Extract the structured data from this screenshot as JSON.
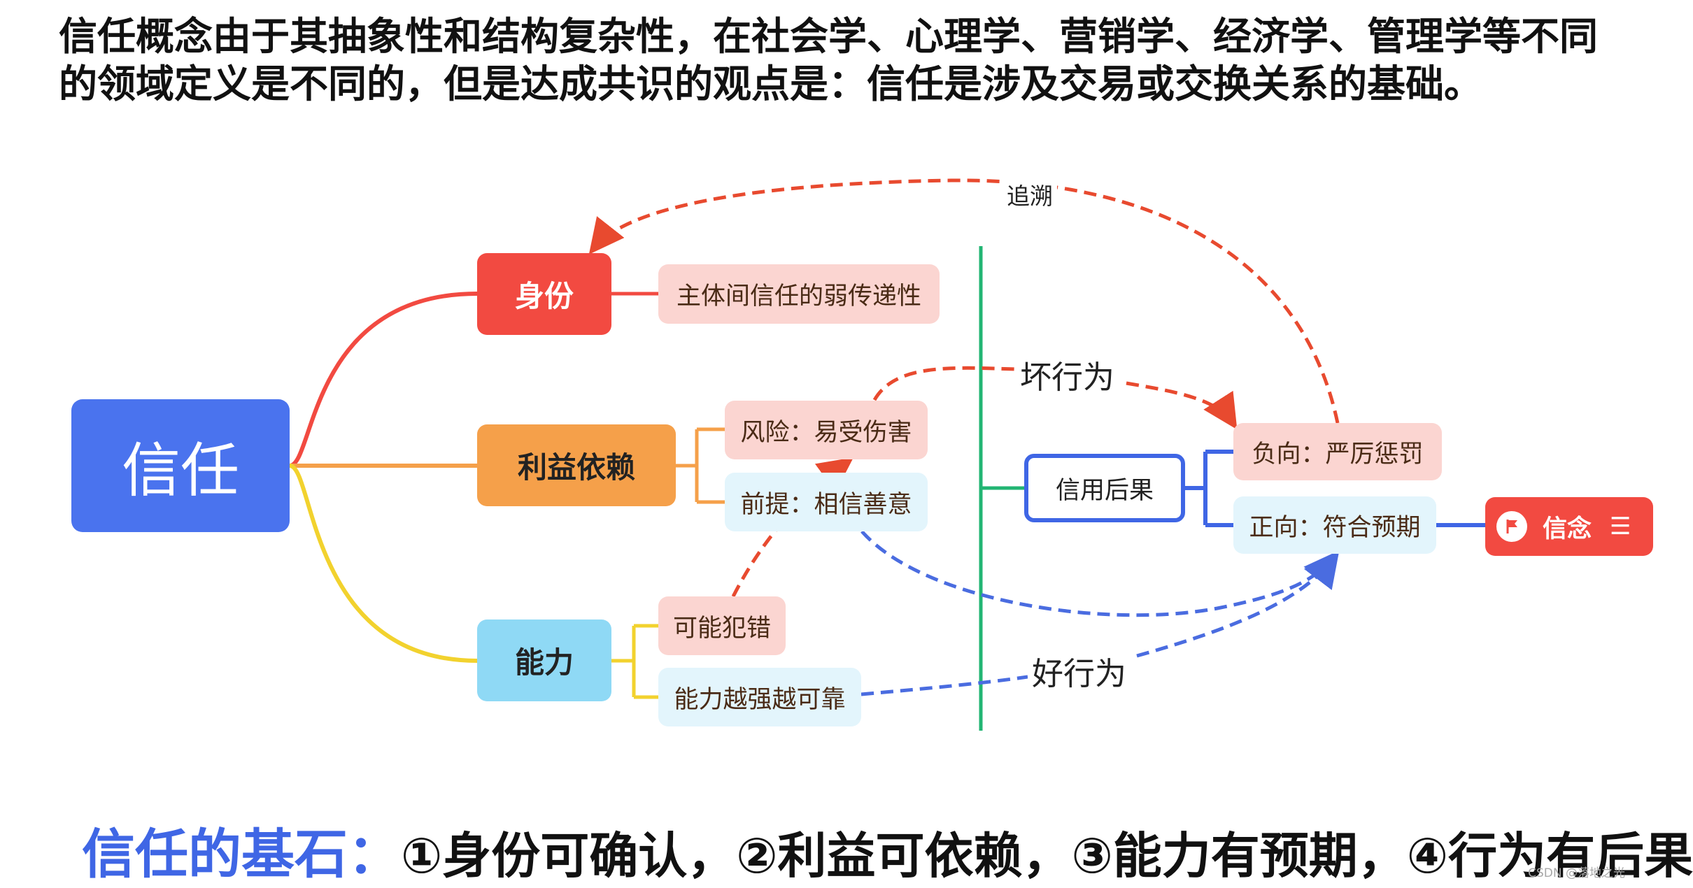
{
  "intro": {
    "line1": "信任概念由于其抽象性和结构复杂性，在社会学、心理学、营销学、经济学、管理学等不同",
    "line2": "的领域定义是不同的，但是达成共识的观点是：信任是涉及交易或交换关系的基础。"
  },
  "mindmap": {
    "root": "信任",
    "branches": [
      {
        "label": "身份",
        "color": "#f24a41",
        "children": [
          "主体间信任的弱传递性"
        ]
      },
      {
        "label": "利益依赖",
        "color": "#f5a04a",
        "children": [
          "风险：易受伤害",
          "前提：相信善意"
        ]
      },
      {
        "label": "能力",
        "color": "#8fd9f5",
        "children": [
          "可能犯错",
          "能力越强越可靠"
        ]
      }
    ],
    "consequence": {
      "label": "信用后果",
      "children": [
        "负向：严厉惩罚",
        "正向：符合预期"
      ]
    },
    "belief": "信念",
    "edge_labels": {
      "trace": "追溯",
      "bad": "坏行为",
      "good": "好行为"
    }
  },
  "footer": {
    "key": "信任的基石：",
    "rest": "①身份可确认，②利益可依赖，③能力有预期，④行为有后果"
  },
  "watermark": "CSDN @落地之光",
  "colors": {
    "root": "#4a73ee",
    "identity": "#f24a41",
    "interest": "#f5a04a",
    "ability_line": "#f2d22e",
    "ability_fill": "#8fd9f5",
    "divider": "#22b573",
    "credit": "#3f66e5",
    "dashed_red": "#e84a2f",
    "dashed_blue": "#4a6ce0"
  }
}
